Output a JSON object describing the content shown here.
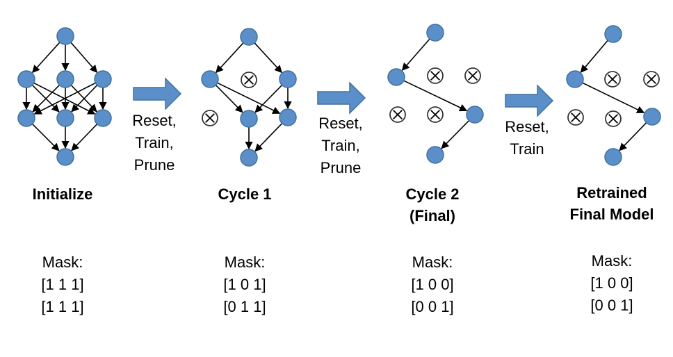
{
  "stages": [
    {
      "title_lines": [
        "Initialize"
      ],
      "mask_label": "Mask:",
      "mask_rows": [
        "[1 1 1]",
        "[1 1 1]"
      ]
    },
    {
      "title_lines": [
        "Cycle 1"
      ],
      "mask_label": "Mask:",
      "mask_rows": [
        "[1 0 1]",
        "[0 1 1]"
      ]
    },
    {
      "title_lines": [
        "Cycle 2",
        "(Final)"
      ],
      "mask_label": "Mask:",
      "mask_rows": [
        "[1 0 0]",
        "[0 0 1]"
      ]
    },
    {
      "title_lines": [
        "Retrained",
        "Final Model"
      ],
      "mask_label": "Mask:",
      "mask_rows": [
        "[1 0 0]",
        "[0 0 1]"
      ]
    }
  ],
  "transitions": [
    {
      "lines": [
        "Reset,",
        "Train,",
        "Prune"
      ]
    },
    {
      "lines": [
        "Reset,",
        "Train,",
        "Prune"
      ]
    },
    {
      "lines": [
        "Reset,",
        "Train"
      ]
    }
  ],
  "colors": {
    "node_fill": "#5b8fc9",
    "node_stroke": "#41719c",
    "arrow_fill": "#5b8fc9"
  }
}
